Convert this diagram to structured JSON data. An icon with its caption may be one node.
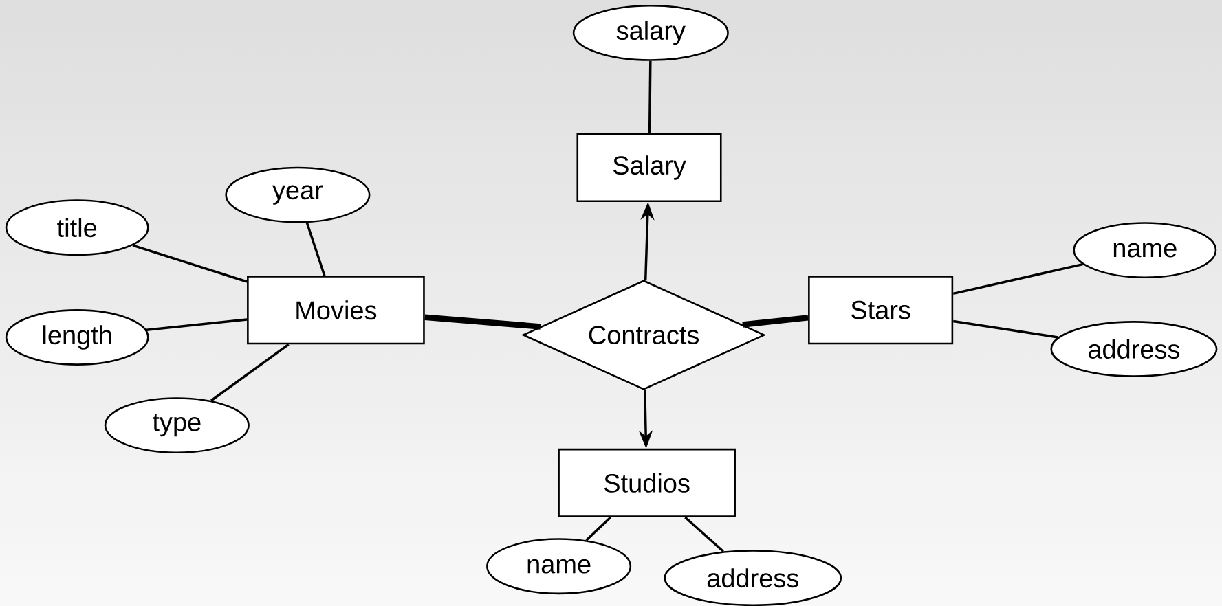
{
  "diagram": {
    "nodes": [
      {
        "text": [
          "salary"
        ]
      },
      {
        "text": [
          "Salary"
        ]
      },
      {
        "text": [
          "year"
        ]
      },
      {
        "text": [
          "title"
        ]
      },
      {
        "text": [
          "Movies"
        ]
      },
      {
        "text": [
          "Contracts"
        ]
      },
      {
        "text": [
          "Stars"
        ]
      },
      {
        "text": [
          "name"
        ]
      },
      {
        "text": [
          "length"
        ]
      },
      {
        "text": [
          "address"
        ]
      },
      {
        "text": [
          "type"
        ]
      },
      {
        "text": [
          "Studios"
        ]
      },
      {
        "text": [
          "name"
        ]
      },
      {
        "text": [
          "address"
        ]
      }
    ],
    "edges": [
      {
        "from": 0,
        "to": 1,
        "arrow": "none"
      },
      {
        "from": 5,
        "to": 1,
        "arrow": "to"
      },
      {
        "from": 3,
        "to": 4,
        "arrow": "none"
      },
      {
        "from": 2,
        "to": 4,
        "arrow": "none"
      },
      {
        "from": 8,
        "to": 4,
        "arrow": "none"
      },
      {
        "from": 10,
        "to": 4,
        "arrow": "none"
      },
      {
        "from": 4,
        "to": 5,
        "arrow": "none",
        "style": "thick"
      },
      {
        "from": 5,
        "to": 6,
        "arrow": "none",
        "style": "thick"
      },
      {
        "from": 6,
        "to": 7,
        "arrow": "none"
      },
      {
        "from": 6,
        "to": 9,
        "arrow": "none"
      },
      {
        "from": 5,
        "to": 11,
        "arrow": "to"
      },
      {
        "from": 11,
        "to": 12,
        "arrow": "none"
      },
      {
        "from": 11,
        "to": 13,
        "arrow": "none"
      }
    ]
  }
}
